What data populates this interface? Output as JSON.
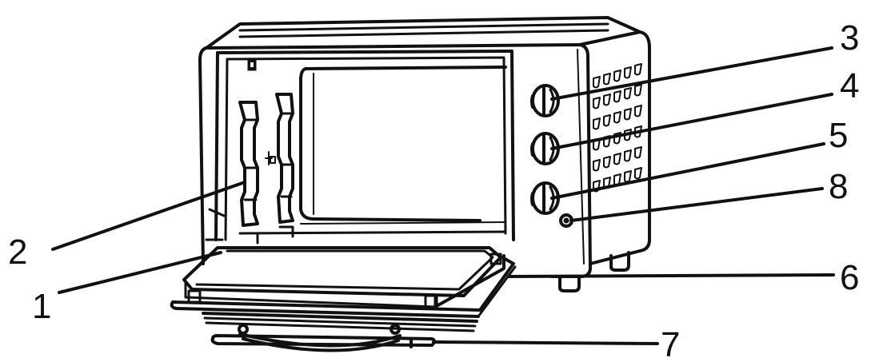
{
  "diagram": {
    "callouts": [
      {
        "id": "c3",
        "label": "3"
      },
      {
        "id": "c4",
        "label": "4"
      },
      {
        "id": "c5",
        "label": "5"
      },
      {
        "id": "c8",
        "label": "8"
      },
      {
        "id": "c2",
        "label": "2"
      },
      {
        "id": "c1",
        "label": "1"
      },
      {
        "id": "c6",
        "label": "6"
      },
      {
        "id": "c7",
        "label": "7"
      }
    ],
    "colors": {
      "line": "#111111",
      "background": "#ffffff"
    },
    "parts": [
      "oven-body",
      "oven-door",
      "baking-tray",
      "wire-rack",
      "control-knob",
      "control-knob",
      "control-knob",
      "indicator-light",
      "rack-handle",
      "crumb-tray"
    ]
  }
}
